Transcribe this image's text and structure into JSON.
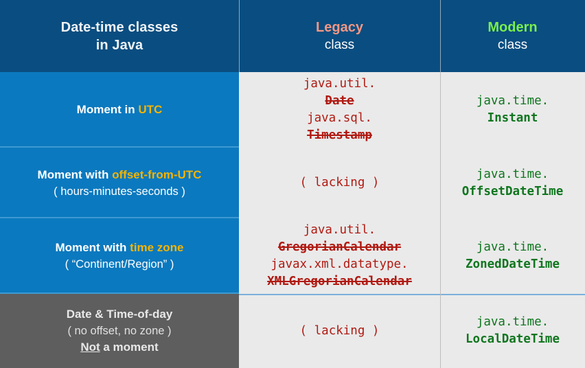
{
  "colors": {
    "header_bg": "#0a4d80",
    "row_bg": "#0b79bf",
    "last_row_bg": "#5e5e5e",
    "panel_bg": "#eaeaea",
    "legacy_accent": "#f59784",
    "modern_accent": "#79ef4c",
    "highlight": "#f5b400",
    "legacy_code": "#b01a12",
    "modern_code": "#10761f"
  },
  "header": {
    "title_line1": "Date-time classes",
    "title_line2": "in Java",
    "legacy_title": "Legacy",
    "legacy_sub": "class",
    "modern_title": "Modern",
    "modern_sub": "class"
  },
  "rows": [
    {
      "label_prefix": "Moment in ",
      "label_highlight": "UTC",
      "label_sub": "",
      "legacy": [
        {
          "text": "java.util.",
          "bold": false,
          "strike": false
        },
        {
          "text": "Date",
          "bold": true,
          "strike": true
        },
        {
          "text": "java.sql.",
          "bold": false,
          "strike": false
        },
        {
          "text": "Timestamp",
          "bold": true,
          "strike": true
        }
      ],
      "modern": [
        {
          "text": "java.time.",
          "bold": false,
          "strike": false
        },
        {
          "text": "Instant",
          "bold": true,
          "strike": false
        }
      ]
    },
    {
      "label_prefix": "Moment with ",
      "label_highlight": "offset-from-UTC",
      "label_sub": "( hours-minutes-seconds )",
      "legacy": [
        {
          "text": "( lacking )",
          "bold": false,
          "strike": false
        }
      ],
      "modern": [
        {
          "text": "java.time.",
          "bold": false,
          "strike": false
        },
        {
          "text": "OffsetDateTime",
          "bold": true,
          "strike": false
        }
      ]
    },
    {
      "label_prefix": "Moment with ",
      "label_highlight": "time zone",
      "label_sub": "( “Continent/Region” )",
      "legacy": [
        {
          "text": "java.util.",
          "bold": false,
          "strike": false
        },
        {
          "text": "GregorianCalendar",
          "bold": true,
          "strike": true
        },
        {
          "text": "javax.xml.datatype.",
          "bold": false,
          "strike": false
        },
        {
          "text": "XMLGregorianCalendar",
          "bold": true,
          "strike": true
        }
      ],
      "modern": [
        {
          "text": "java.time.",
          "bold": false,
          "strike": false
        },
        {
          "text": "ZonedDateTime",
          "bold": true,
          "strike": false
        }
      ]
    },
    {
      "label_main": "Date & Time-of-day",
      "label_sub": "( no offset, no zone )",
      "label_note_underlined": "Not",
      "label_note_rest": " a moment",
      "legacy": [
        {
          "text": "( lacking )",
          "bold": false,
          "strike": false
        }
      ],
      "modern": [
        {
          "text": "java.time.",
          "bold": false,
          "strike": false
        },
        {
          "text": "LocalDateTime",
          "bold": true,
          "strike": false
        }
      ]
    }
  ]
}
